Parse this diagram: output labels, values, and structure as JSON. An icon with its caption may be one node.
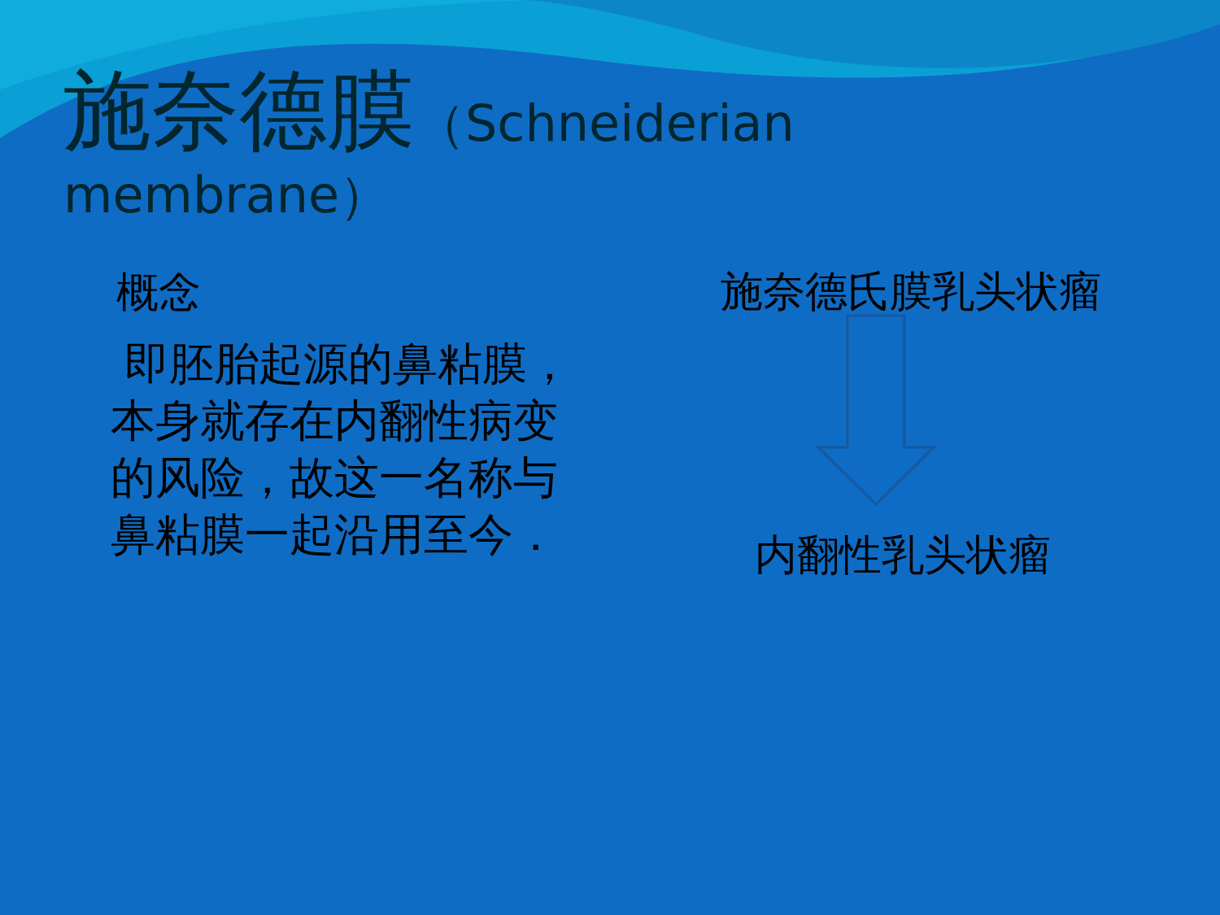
{
  "diagram": {
    "title": "施奈德膜（Schneiderian membrane）",
    "nodes": [
      {
        "text": [
          "施奈德氏膜乳头状瘤"
        ]
      },
      {
        "text": [
          "内翻性乳头状瘤"
        ]
      }
    ],
    "edges": [
      {
        "from": 0,
        "to": 1,
        "arrow": "to",
        "style": "thick"
      }
    ],
    "labels": [
      "概念",
      "即胚胎起源的鼻粘膜，本身就存在内翻性病变的风险，故这一名称与鼻粘膜一起沿用至今．"
    ]
  }
}
